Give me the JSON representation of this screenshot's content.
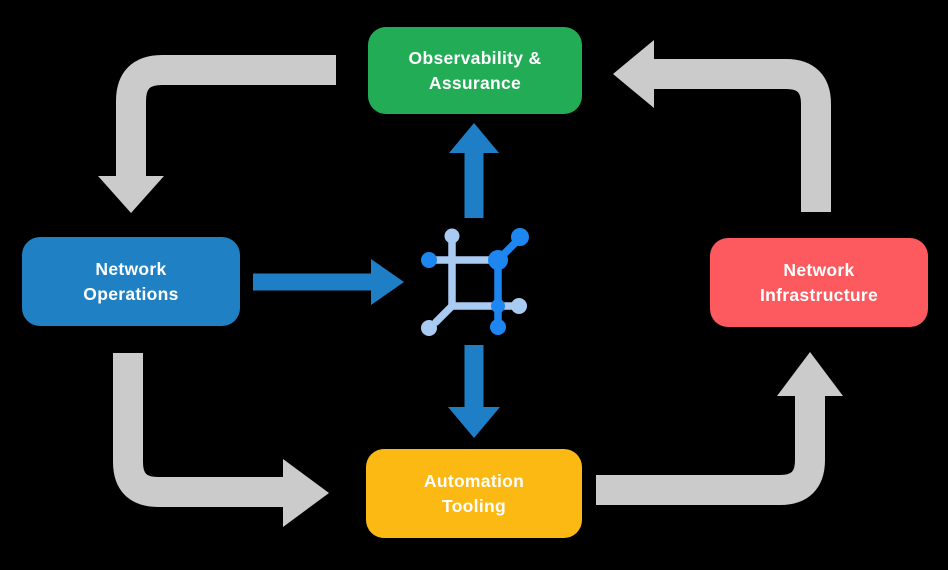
{
  "colors": {
    "background": "#000000",
    "text": "#FFFFFF",
    "observability": "#22AC56",
    "operations": "#1F81C4",
    "infrastructure": "#FC5A5F",
    "automation": "#FCB813",
    "arrow_gray": "#CBCBCB",
    "arrow_blue": "#1E7FC6",
    "icon_blue": "#1E86F0",
    "icon_light": "#A9CBF2"
  },
  "nodes": {
    "observability": {
      "line1": "Observability &",
      "line2": "Assurance"
    },
    "operations": {
      "line1": "Network",
      "line2": "Operations"
    },
    "infrastructure": {
      "line1": "Network",
      "line2": "Infrastructure"
    },
    "automation": {
      "line1": "Automation",
      "line2": "Tooling"
    }
  },
  "icons": {
    "center": "network-mesh-icon"
  },
  "edges": [
    {
      "from": "observability-assurance",
      "to": "network-operations",
      "style": "gray-elbow"
    },
    {
      "from": "network-operations",
      "to": "automation-tooling",
      "style": "gray-elbow"
    },
    {
      "from": "automation-tooling",
      "to": "network-infrastructure",
      "style": "gray-elbow"
    },
    {
      "from": "network-infrastructure",
      "to": "observability-assurance",
      "style": "gray-elbow"
    },
    {
      "from": "network-operations",
      "to": "center-icon",
      "style": "blue-straight"
    },
    {
      "from": "center-icon",
      "to": "observability-assurance",
      "style": "blue-straight"
    },
    {
      "from": "center-icon",
      "to": "automation-tooling",
      "style": "blue-straight"
    }
  ]
}
